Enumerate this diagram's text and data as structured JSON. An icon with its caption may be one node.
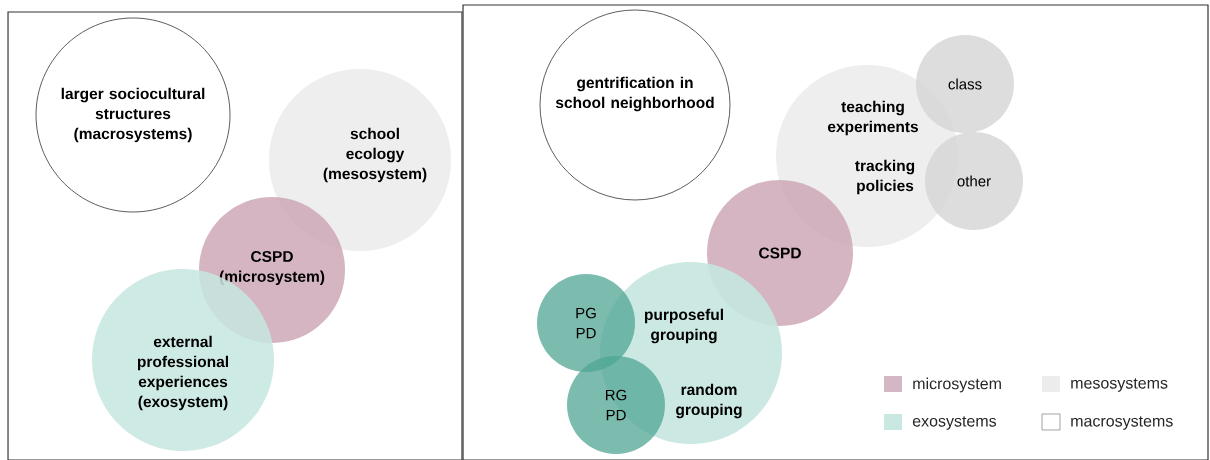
{
  "diagram": {
    "nodes": [
      {
        "text": [
          "larger sociocultural structures (macrosystems)"
        ]
      },
      {
        "text": [
          "school ecology (mesosystem)"
        ]
      },
      {
        "text": [
          "CSPD (microsystem)"
        ]
      },
      {
        "text": [
          "external professional experiences (exosystem)"
        ]
      },
      {
        "text": [
          "gentrification in school neighborhood"
        ]
      },
      {
        "text": [
          "teaching experiments",
          "tracking policies"
        ]
      },
      {
        "text": [
          "class"
        ]
      },
      {
        "text": [
          "other"
        ]
      },
      {
        "text": [
          "CSPD"
        ]
      },
      {
        "text": [
          "purposeful grouping",
          "random grouping"
        ]
      },
      {
        "text": [
          "PG PD"
        ]
      },
      {
        "text": [
          "RG PD"
        ]
      }
    ],
    "legend": [
      {
        "text": "microsystem",
        "color": "#d3b7c4"
      },
      {
        "text": "mesosystems",
        "color": "#ececec"
      },
      {
        "text": "exosystems",
        "color": "#c9e8e2"
      },
      {
        "text": "macrosystems"
      }
    ]
  }
}
